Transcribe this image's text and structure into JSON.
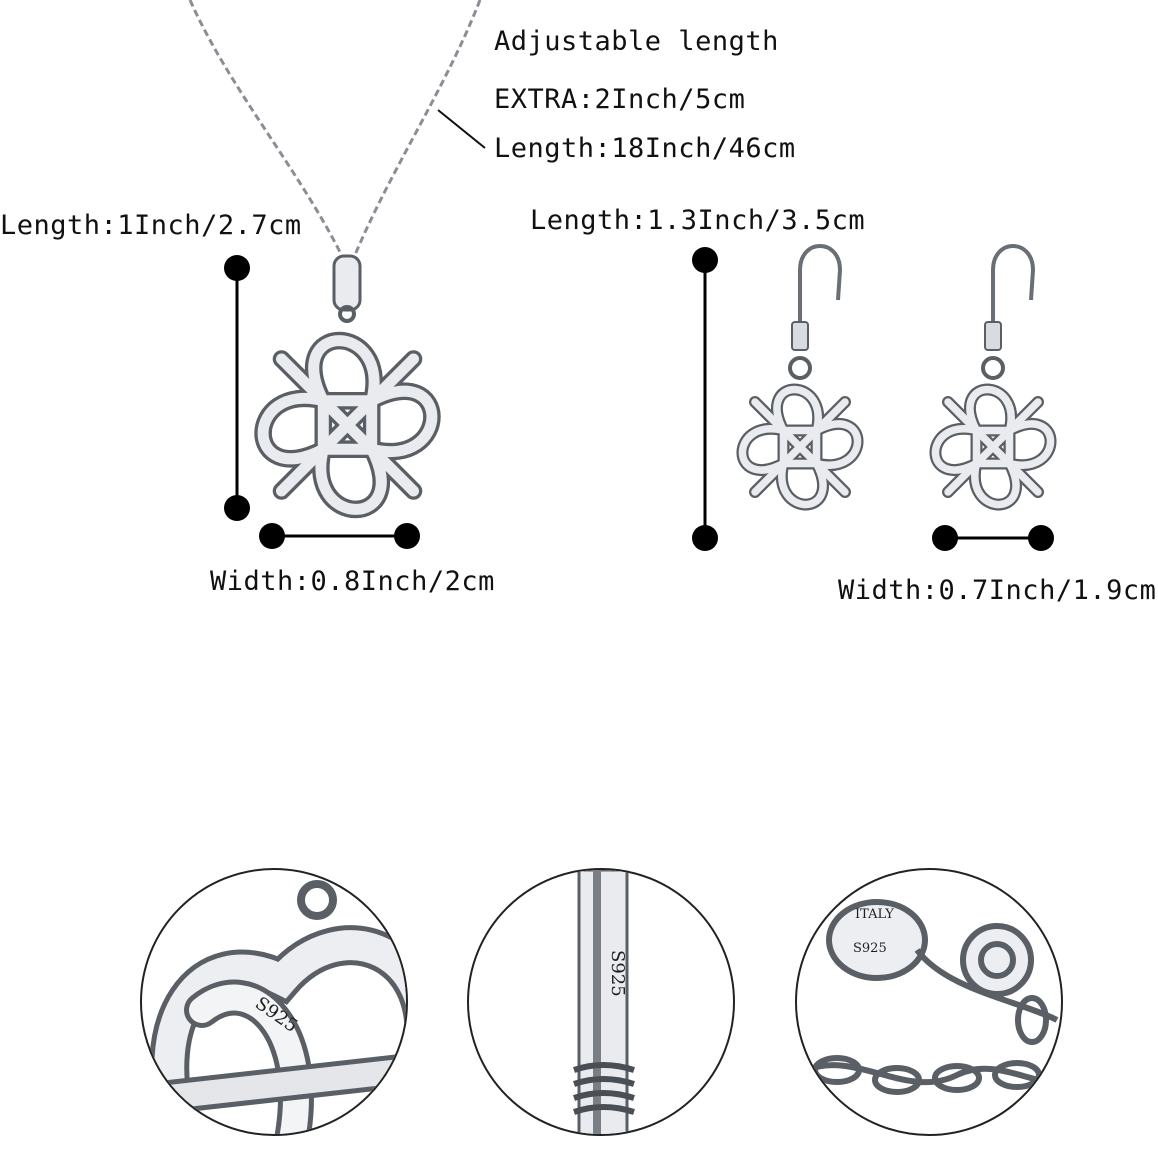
{
  "necklace": {
    "chain_note": {
      "line1": "Adjustable length",
      "line2": "EXTRA:2Inch/5cm",
      "line3": "Length:18Inch/46cm"
    },
    "pendant_length": "Length:1Inch/2.7cm",
    "pendant_width": "Width:0.8Inch/2cm"
  },
  "earrings": {
    "length": "Length:1.3Inch/3.5cm",
    "width": "Width:0.7Inch/1.9cm"
  },
  "details": {
    "pendant_stamp": "S925",
    "hook_stamp": "S925",
    "clasp_tag_top": "ITALY",
    "clasp_tag_bottom": "S925"
  },
  "colors": {
    "silver": "#c9ccd1",
    "outline": "#555a60",
    "marker": "#000000"
  }
}
